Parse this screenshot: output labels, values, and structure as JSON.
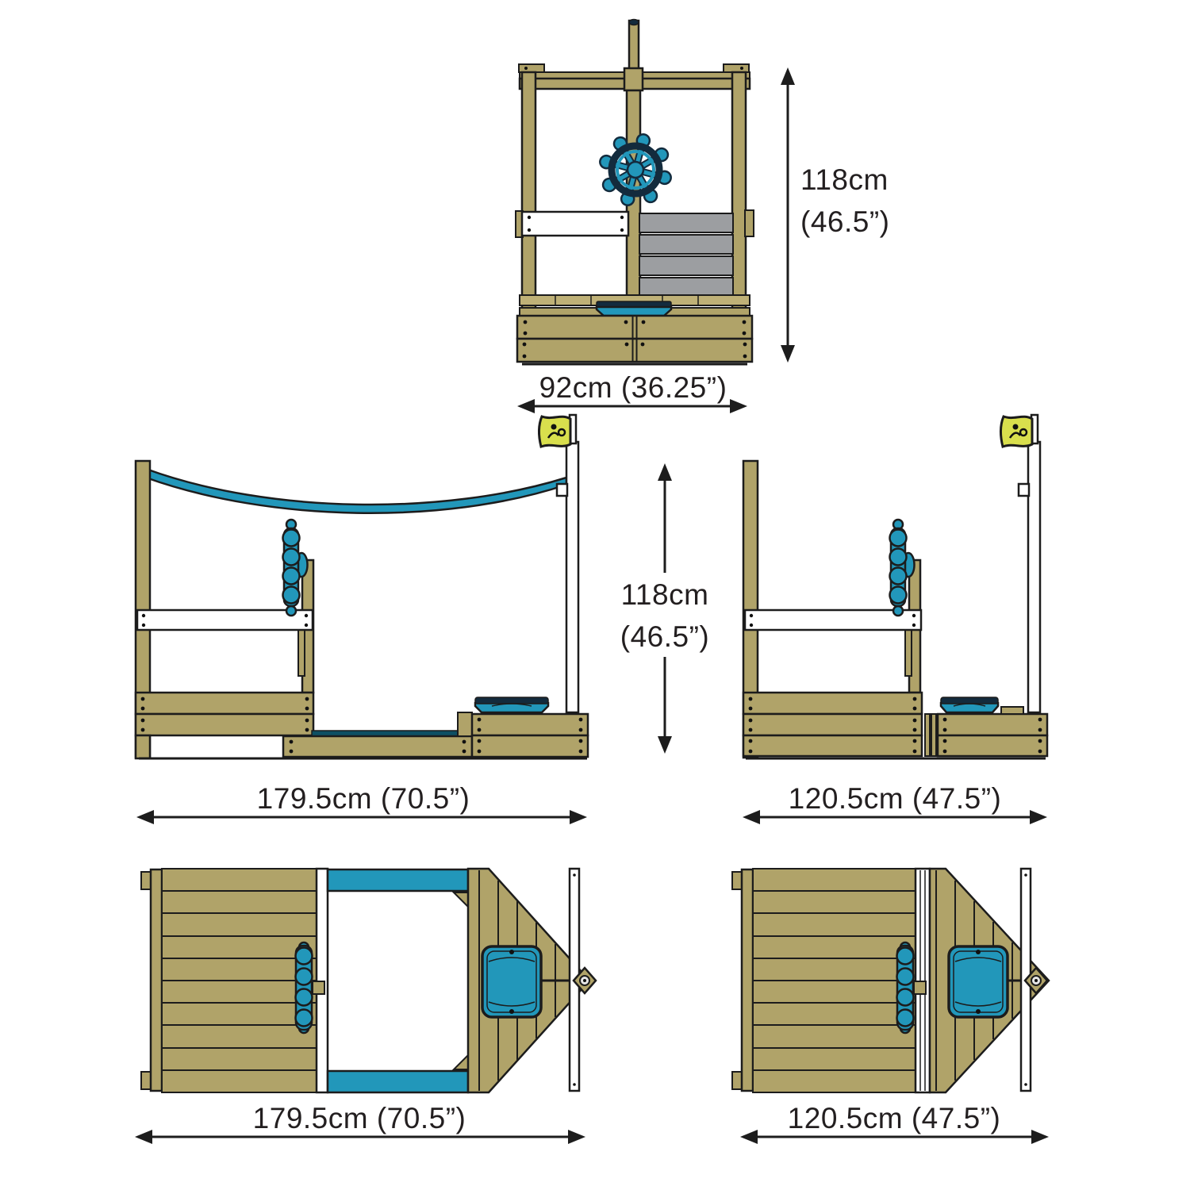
{
  "dimensions": {
    "front_height_cm": "118cm",
    "front_height_in": "(46.5”)",
    "front_width": "92cm (36.25”)",
    "side_height_cm": "118cm",
    "side_height_in": "(46.5”)",
    "side_long_width": "179.5cm (70.5”)",
    "side_short_width": "120.5cm (47.5”)",
    "plan_long_width": "179.5cm (70.5”)",
    "plan_short_width": "120.5cm (47.5”)"
  },
  "icons": {
    "ship_wheel": "ship-wheel-icon",
    "brand_flag": "pirate-brand-flag-icon",
    "water_tub": "water-tub",
    "bow_pulley": "bow-pulley-icon"
  },
  "colors": {
    "wood": "#b0a369",
    "wood_light": "#bfb177",
    "gray": "#9c9ea1",
    "teal": "#2297ba",
    "teal_dark": "#0e4f63",
    "navy": "#132b3d",
    "flag": "#d9df4d",
    "outline": "#1c1c1c",
    "text": "#231f20"
  }
}
